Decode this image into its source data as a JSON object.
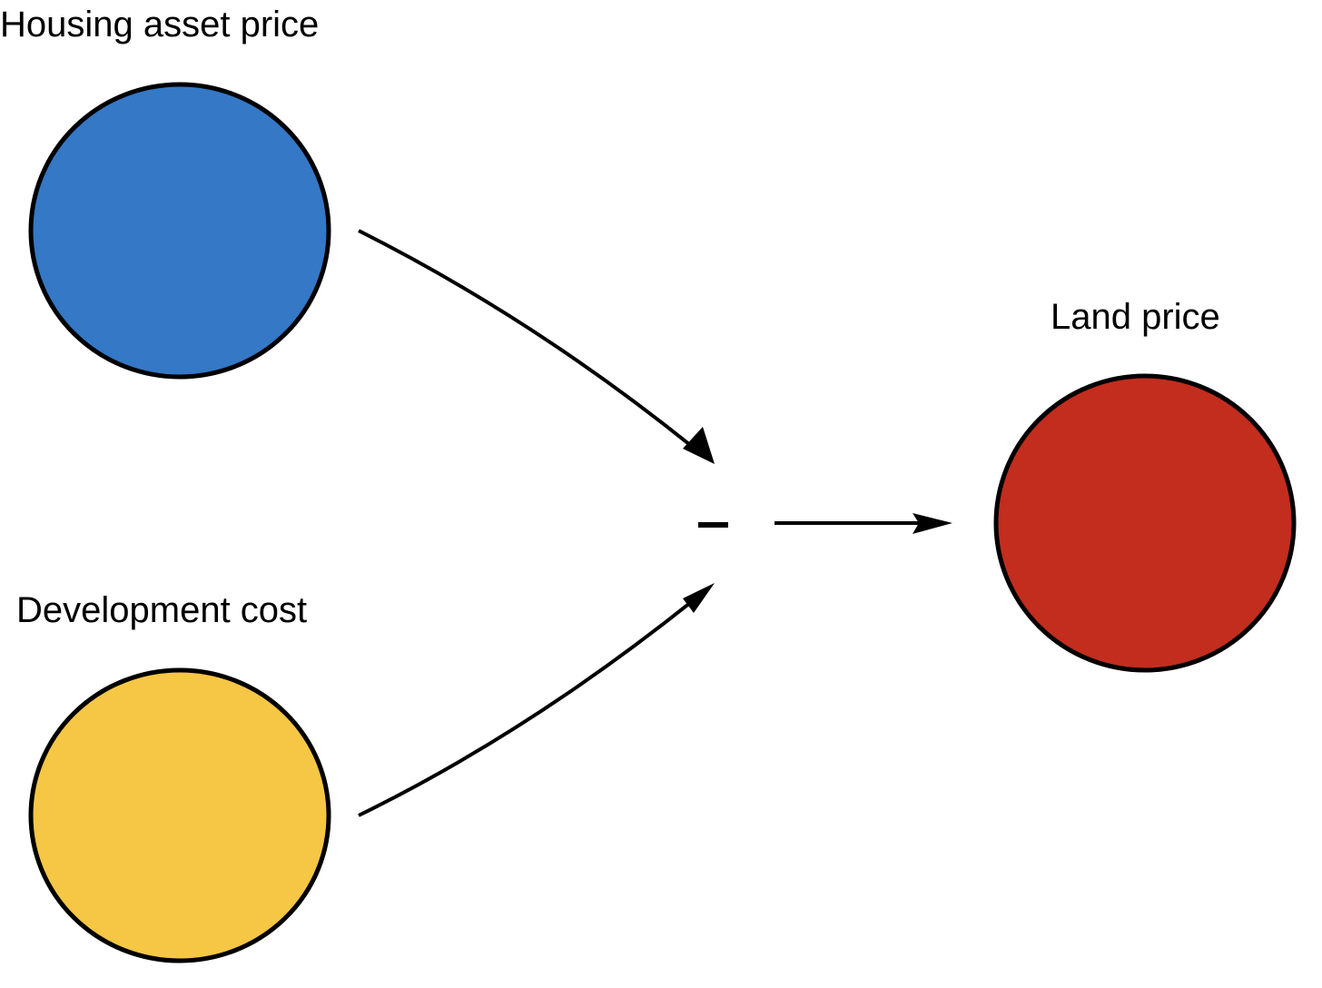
{
  "nodes": {
    "housing_asset_price": {
      "label": "Housing asset price",
      "color": "#3478C6"
    },
    "development_cost": {
      "label": "Development cost",
      "color": "#F6C645"
    },
    "land_price": {
      "label": "Land price",
      "color": "#C22D1E"
    }
  },
  "operator": {
    "symbol": "–"
  },
  "edges": [
    {
      "from": "housing_asset_price",
      "to": "operator"
    },
    {
      "from": "development_cost",
      "to": "operator"
    },
    {
      "from": "operator",
      "to": "land_price"
    }
  ]
}
